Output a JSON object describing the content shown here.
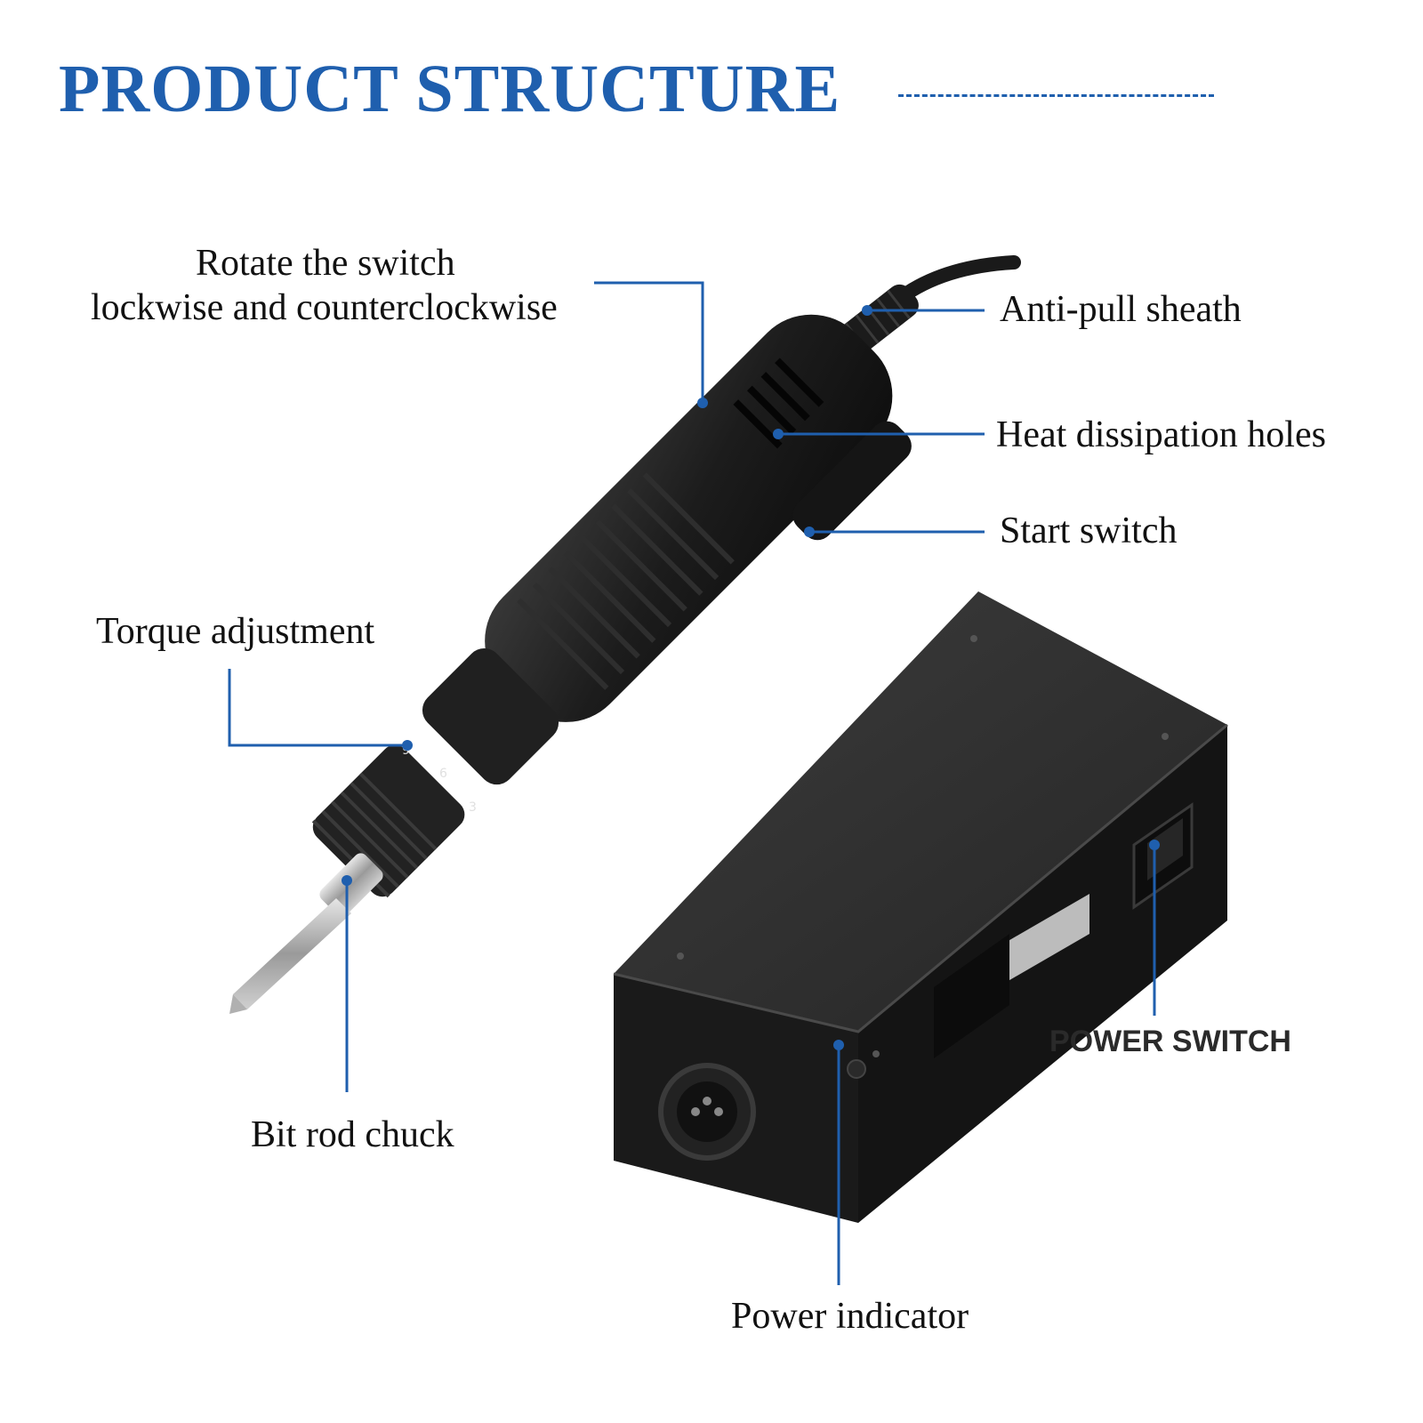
{
  "title": "PRODUCT STRUCTURE",
  "colors": {
    "accent": "#1f5fae",
    "label_text": "#111111",
    "device_body": "#1e1e1e"
  },
  "labels": {
    "rotate_switch_line1": "Rotate the switch",
    "rotate_switch_line2": "lockwise and counterclockwise",
    "anti_pull_sheath": "Anti-pull sheath",
    "heat_dissipation_holes": "Heat dissipation holes",
    "start_switch": "Start switch",
    "torque_adjustment": "Torque adjustment",
    "bit_rod_chuck": "Bit rod chuck",
    "power_switch": "POWER SWITCH",
    "power_indicator": "Power indicator"
  },
  "torque_scale_marks": [
    "9",
    "6",
    "3"
  ],
  "icons": {
    "screwdriver": "electric-screwdriver-icon",
    "controller": "power-controller-box-icon"
  }
}
